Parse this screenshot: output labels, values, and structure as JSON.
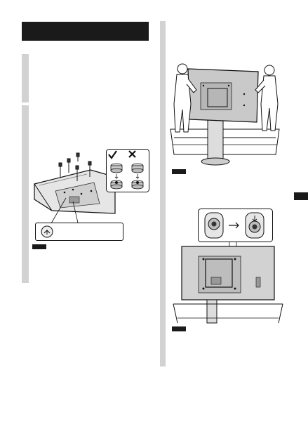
{
  "page": {
    "background": "#ffffff",
    "accent_dark": "#1a1a1a",
    "step_bar_color": "#d2d2d2"
  },
  "header": {
    "title": ""
  },
  "left_column": {
    "step1": {
      "label": ""
    },
    "step2": {
      "label": "",
      "illustration": "tv-back-screws-illustration",
      "correct_mark": "check-mark-icon",
      "wrong_mark": "cross-mark-icon"
    },
    "note": {
      "label": ""
    }
  },
  "right_column": {
    "step3": {
      "illustration": "two-people-lifting-tv-onto-stand",
      "note": {
        "label": ""
      }
    },
    "step4": {
      "illustration": "tv-mounted-on-stand-with-hole-detail",
      "note": {
        "label": ""
      }
    }
  },
  "side_tab": {
    "label": ""
  }
}
